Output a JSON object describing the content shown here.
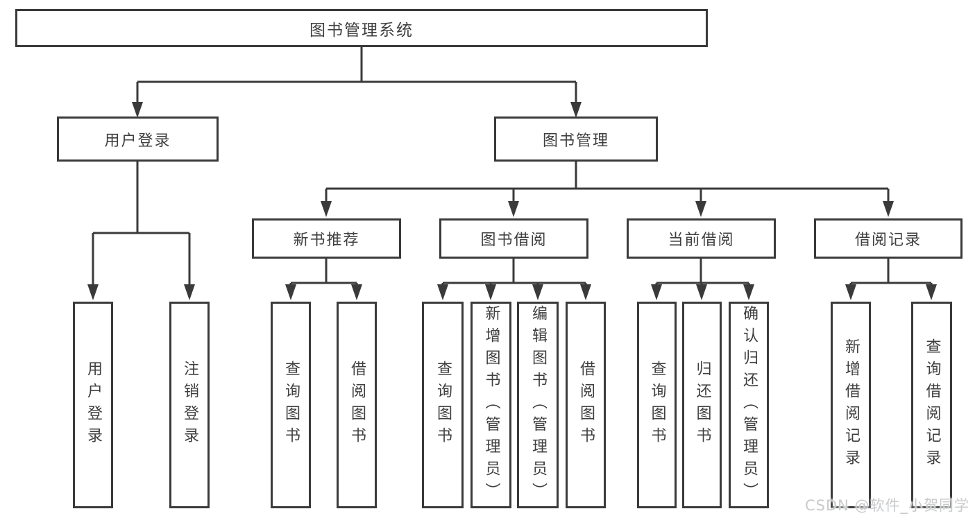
{
  "tree": {
    "root": {
      "label": "图书管理系统"
    },
    "branches": [
      {
        "label": "用户登录",
        "children": [
          {
            "label": "用户登录"
          },
          {
            "label": "注销登录"
          }
        ]
      },
      {
        "label": "图书管理",
        "children": [
          {
            "label": "新书推荐",
            "children": [
              {
                "label": "查询图书"
              },
              {
                "label": "借阅图书"
              }
            ]
          },
          {
            "label": "图书借阅",
            "children": [
              {
                "label": "查询图书"
              },
              {
                "label": "新增图书（管理员）"
              },
              {
                "label": "编辑图书（管理员）"
              },
              {
                "label": "借阅图书"
              }
            ]
          },
          {
            "label": "当前借阅",
            "children": [
              {
                "label": "查询图书"
              },
              {
                "label": "归还图书"
              },
              {
                "label": "确认归还（管理员）"
              }
            ]
          },
          {
            "label": "借阅记录",
            "children": [
              {
                "label": "新增借阅记录"
              },
              {
                "label": "查询借阅记录"
              }
            ]
          }
        ]
      }
    ]
  },
  "watermark": {
    "text": "CSDN @软件_小贺同学"
  },
  "colors": {
    "line": "#3a3a3a",
    "text": "#3f3f3f",
    "background": "#ffffff",
    "watermark": "#c8cacc"
  }
}
